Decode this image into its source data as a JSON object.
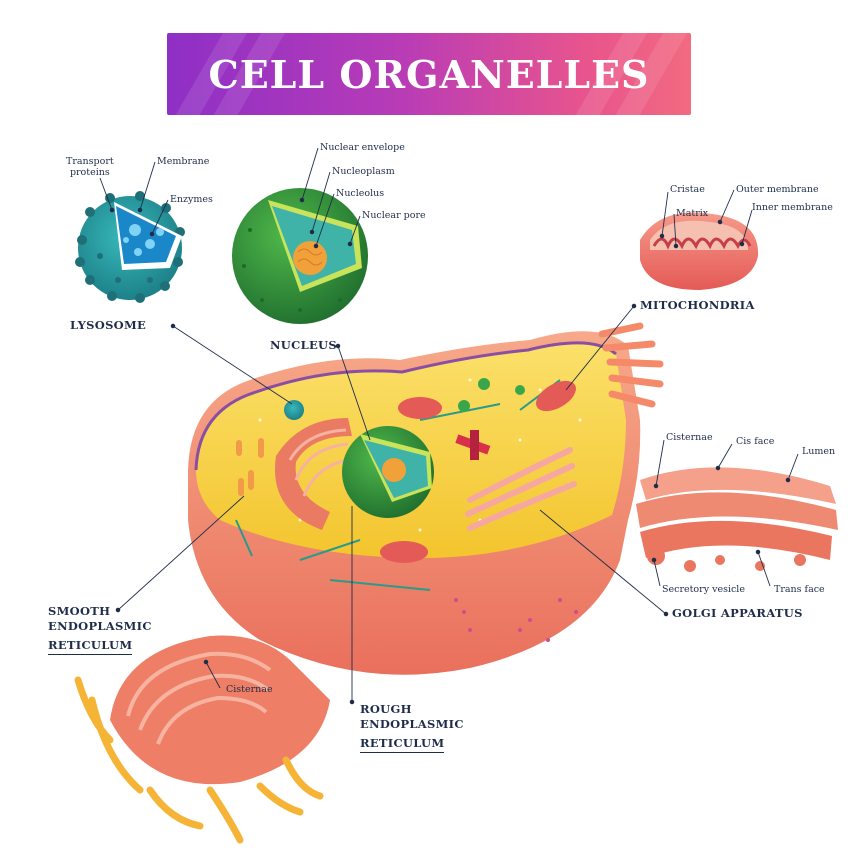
{
  "title": "CELL ORGANELLES",
  "labels": {
    "lysosome": "LYSOSOME",
    "transport_proteins_1": "Transport",
    "transport_proteins_2": "proteins",
    "membrane": "Membrane",
    "enzymes": "Enzymes",
    "nucleus": "NUCLEUS",
    "nuclear_envelope": "Nuclear envelope",
    "nucleoplasm": "Nucleoplasm",
    "nucleolus": "Nucleolus",
    "nuclear_pore": "Nuclear pore",
    "mitochondria": "MITOCHONDRIA",
    "cristae": "Cristae",
    "matrix": "Matrix",
    "outer_membrane": "Outer membrane",
    "inner_membrane": "Inner membrane",
    "golgi_apparatus": "GOLGI APPARATUS",
    "golgi_cisternae": "Cisternae",
    "cis_face": "Cis face",
    "lumen": "Lumen",
    "secretory_vesicle": "Secretory vesicle",
    "trans_face": "Trans face",
    "smooth_er_1": "SMOOTH",
    "smooth_er_2": "ENDOPLASMIC",
    "smooth_er_3": "RETICULUM",
    "er_cisternae": "Cisternae",
    "rough_er_1": "ROUGH",
    "rough_er_2": "ENDOPLASMIC",
    "rough_er_3": "RETICULUM"
  },
  "colors": {
    "banner_start": "#8e2fc6",
    "banner_end": "#f26a80",
    "label_text": "#1f2d4a",
    "cytoplasm": "#f7d443",
    "cell_membrane": "#f08a6c",
    "nucleus_outer": "#2e8c3a",
    "nucleus_inner": "#3fb3a8",
    "nucleolus": "#f0a13a",
    "lysosome": "#2aa3a8",
    "organelle_red": "#e8675a",
    "golgi": "#f29a86"
  }
}
